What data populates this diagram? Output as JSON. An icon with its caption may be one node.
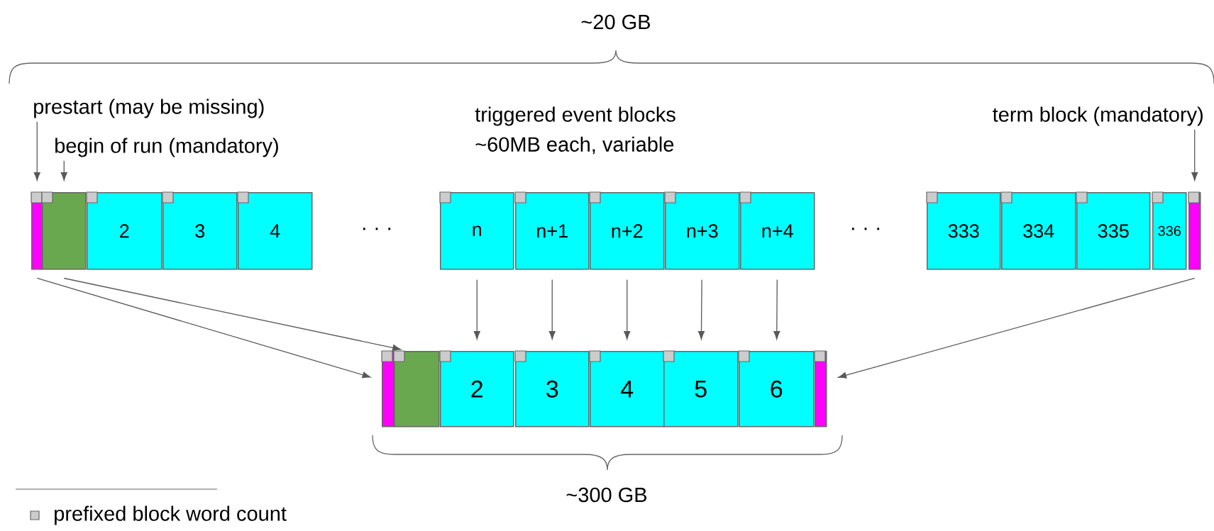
{
  "diagram": {
    "nodes": [
      {
        "text": [
          "prestart (may be missing)"
        ]
      },
      {
        "text": [
          "term block (mandatory)"
        ]
      },
      {
        "text": [
          "begin of run (mandatory)"
        ]
      },
      {
        "text": [],
        "shape": "bar"
      },
      {
        "text": [],
        "shape": "box"
      },
      {
        "text": [
          "2"
        ]
      },
      {
        "text": [
          "3"
        ]
      },
      {
        "text": [
          "4"
        ]
      },
      {
        "text": [
          "n"
        ]
      },
      {
        "text": [
          "n+1"
        ]
      },
      {
        "text": [
          "n+2"
        ]
      },
      {
        "text": [
          "n+3"
        ]
      },
      {
        "text": [
          "n+4"
        ]
      },
      {
        "text": [
          "333"
        ]
      },
      {
        "text": [
          "334"
        ]
      },
      {
        "text": [
          "335"
        ]
      },
      {
        "text": [
          "336"
        ]
      },
      {
        "text": [],
        "shape": "bar"
      },
      {
        "text": [],
        "shape": "bar"
      },
      {
        "text": [],
        "shape": "box"
      },
      {
        "text": [
          "2"
        ]
      },
      {
        "text": [
          "3"
        ]
      },
      {
        "text": [
          "4"
        ]
      },
      {
        "text": [
          "5"
        ]
      },
      {
        "text": [
          "6"
        ]
      },
      {
        "text": [],
        "shape": "bar"
      }
    ],
    "edges": [
      {
        "from": 0,
        "to": 3,
        "arrow": "to"
      },
      {
        "from": 2,
        "to": 4,
        "arrow": "to"
      },
      {
        "from": 1,
        "to": 17,
        "arrow": "to"
      },
      {
        "from": 3,
        "to": 18,
        "arrow": "to"
      },
      {
        "from": 4,
        "to": 19,
        "arrow": "to"
      },
      {
        "from": 17,
        "to": 25,
        "arrow": "to"
      },
      {
        "from": 8,
        "to": 20,
        "arrow": "to"
      },
      {
        "from": 9,
        "to": 21,
        "arrow": "to"
      },
      {
        "from": 10,
        "to": 22,
        "arrow": "to"
      },
      {
        "from": 11,
        "to": 23,
        "arrow": "to"
      },
      {
        "from": 12,
        "to": 24,
        "arrow": "to"
      }
    ],
    "labels": [
      "~20 GB",
      "triggered event blocks",
      "~60MB each, variable",
      "· · ·",
      "· · ·",
      "~300 GB"
    ],
    "legend": [
      {
        "text": "prefixed block word count",
        "color": "#cccccc"
      }
    ]
  }
}
